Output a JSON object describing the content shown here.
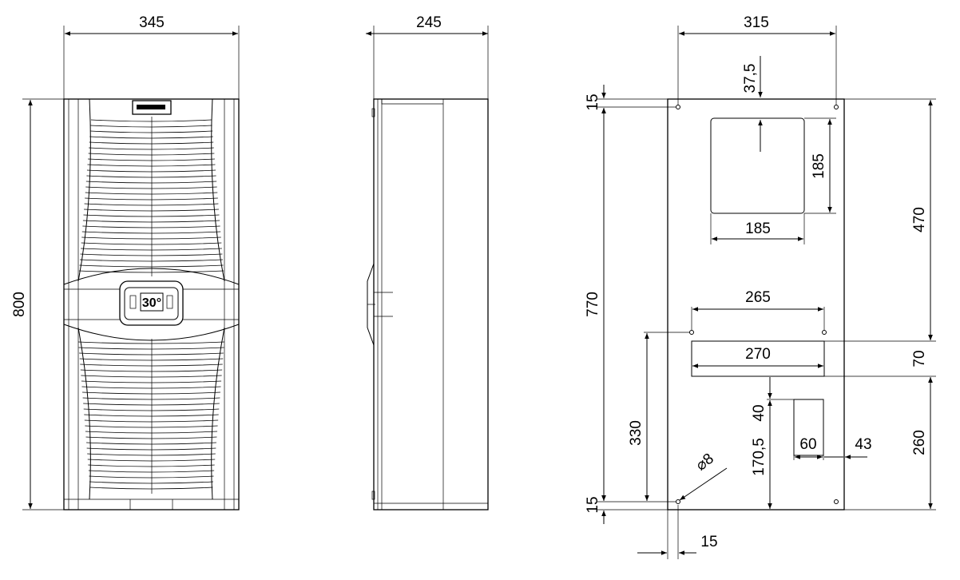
{
  "front_view": {
    "width_label": "345",
    "height_label": "800",
    "display_text": "30°"
  },
  "side_view": {
    "depth_label": "245"
  },
  "cutout_view": {
    "hole_spacing_label": "315",
    "top_offset_label": "15",
    "bottom_offset_label": "15",
    "side_offset_label": "15",
    "total_height_label": "770",
    "upper_cutout_top_label": "37,5",
    "upper_cutout_height_label": "185",
    "upper_cutout_width_label": "185",
    "upper_section_label": "470",
    "mid_hole_spacing_label": "265",
    "slot_width_label": "270",
    "slot_height_label": "70",
    "lower_section_label": "260",
    "lower_hole_height_label": "330",
    "drain_offset_label": "40",
    "drain_height_label": "170,5",
    "drain_width_label": "60",
    "drain_side_label": "43",
    "hole_diameter_label": "⌀8"
  }
}
